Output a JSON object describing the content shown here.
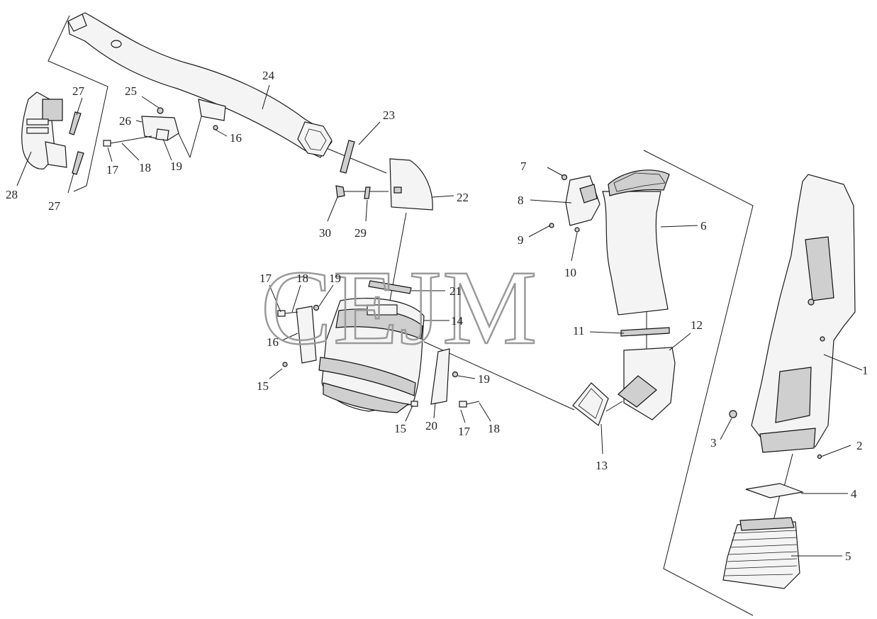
{
  "watermark": "CEJM",
  "callouts": [
    {
      "id": "c1",
      "label": "1"
    },
    {
      "id": "c2",
      "label": "2"
    },
    {
      "id": "c3",
      "label": "3"
    },
    {
      "id": "c4",
      "label": "4"
    },
    {
      "id": "c5",
      "label": "5"
    },
    {
      "id": "c6",
      "label": "6"
    },
    {
      "id": "c7",
      "label": "7"
    },
    {
      "id": "c8",
      "label": "8"
    },
    {
      "id": "c9",
      "label": "9"
    },
    {
      "id": "c10",
      "label": "10"
    },
    {
      "id": "c11",
      "label": "11"
    },
    {
      "id": "c12",
      "label": "12"
    },
    {
      "id": "c13",
      "label": "13"
    },
    {
      "id": "c14",
      "label": "14"
    },
    {
      "id": "c15a",
      "label": "15"
    },
    {
      "id": "c15b",
      "label": "15"
    },
    {
      "id": "c16a",
      "label": "16"
    },
    {
      "id": "c16b",
      "label": "16"
    },
    {
      "id": "c17a",
      "label": "17"
    },
    {
      "id": "c17b",
      "label": "17"
    },
    {
      "id": "c17c",
      "label": "17"
    },
    {
      "id": "c18a",
      "label": "18"
    },
    {
      "id": "c18b",
      "label": "18"
    },
    {
      "id": "c18c",
      "label": "18"
    },
    {
      "id": "c19a",
      "label": "19"
    },
    {
      "id": "c19b",
      "label": "19"
    },
    {
      "id": "c19c",
      "label": "19"
    },
    {
      "id": "c20",
      "label": "20"
    },
    {
      "id": "c21",
      "label": "21"
    },
    {
      "id": "c22",
      "label": "22"
    },
    {
      "id": "c23",
      "label": "23"
    },
    {
      "id": "c24",
      "label": "24"
    },
    {
      "id": "c25",
      "label": "25"
    },
    {
      "id": "c26",
      "label": "26"
    },
    {
      "id": "c27a",
      "label": "27"
    },
    {
      "id": "c27b",
      "label": "27"
    },
    {
      "id": "c28",
      "label": "28"
    },
    {
      "id": "c29",
      "label": "29"
    },
    {
      "id": "c30",
      "label": "30"
    }
  ]
}
